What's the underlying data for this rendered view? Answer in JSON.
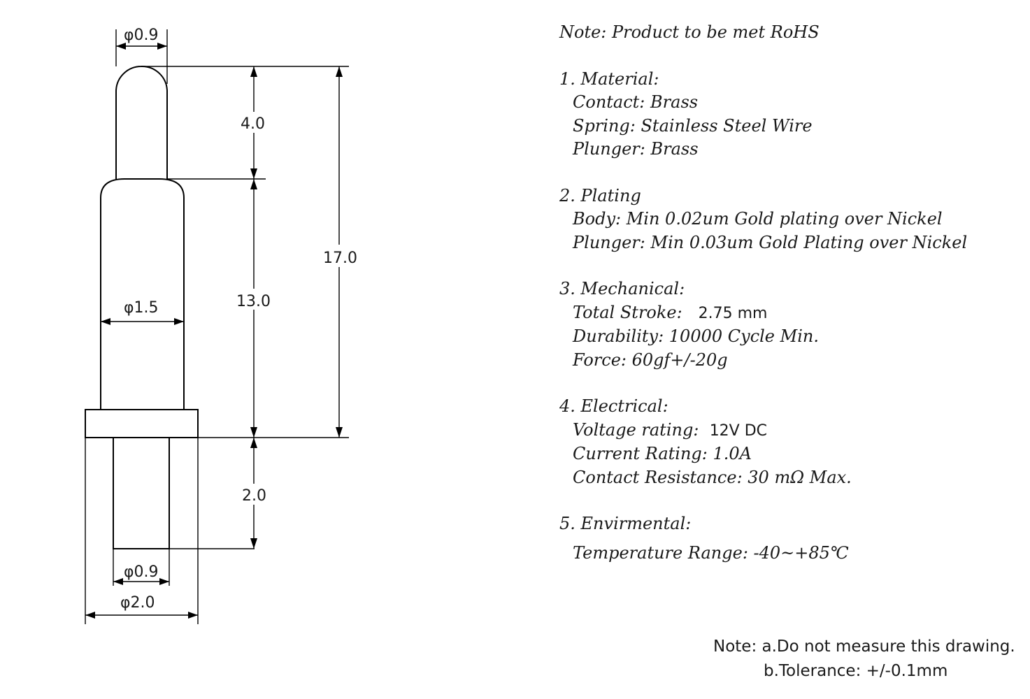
{
  "drawing": {
    "dims": {
      "tip_dia": "φ0.9",
      "tip_len": "4.0",
      "body_dia": "φ1.5",
      "body_len": "13.0",
      "overall_len": "17.0",
      "tail_len": "2.0",
      "tail_dia": "φ0.9",
      "flange_dia": "φ2.0"
    }
  },
  "spec": {
    "note": "Note: Product to be met RoHS",
    "material": {
      "title": "1. Material:",
      "contact": "Contact: Brass",
      "spring": "Spring: Stainless Steel Wire",
      "plunger": "Plunger: Brass"
    },
    "plating": {
      "title": "2. Plating",
      "body": "Body: Min 0.02um Gold plating over Nickel",
      "plunger": "Plunger: Min 0.03um Gold Plating over Nickel"
    },
    "mechanical": {
      "title": "3. Mechanical:",
      "stroke_label": "Total Stroke:",
      "stroke_value": "2.75 mm",
      "durability": "Durability: 10000 Cycle Min.",
      "force": "Force: 60gf+/-20g"
    },
    "electrical": {
      "title": "4. Electrical:",
      "voltage_label": "Voltage rating:",
      "voltage_value": "12V DC",
      "current": "Current Rating: 1.0A",
      "resistance": "Contact Resistance: 30 mΩ Max."
    },
    "environmental": {
      "title": "5. Envirmental:",
      "temperature": "Temperature Range: -40~+85℃"
    }
  },
  "footer": {
    "line1": "Note: a.Do not measure this drawing.",
    "line2": "b.Tolerance: +/-0.1mm"
  }
}
